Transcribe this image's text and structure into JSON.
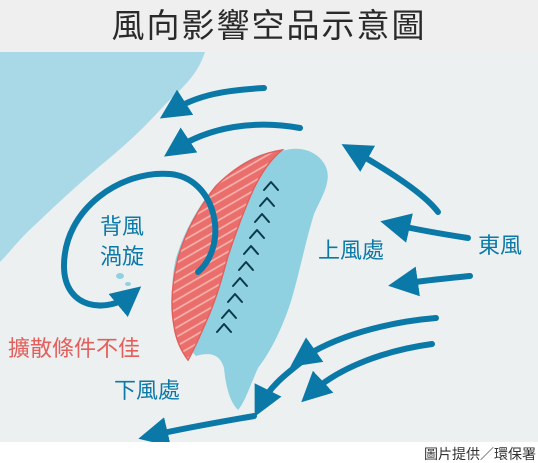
{
  "title": "風向影響空品示意圖",
  "labels": {
    "east_wind": "東風",
    "leeward_vortex_line1": "背風",
    "leeward_vortex_line2": "渦旋",
    "upwind_area": "上風處",
    "downwind_area": "下風處",
    "poor_dispersion": "擴散條件不佳"
  },
  "credit": "圖片提供／環保署",
  "colors": {
    "land_mainland": "#a9d9e7",
    "land_taiwan": "#8fd1e1",
    "sea": "#edf0f1",
    "arrow": "#0b79a8",
    "poor_dispersion": "#ea6f6c",
    "mountain_mark": "#0a3a4a",
    "title_bar": "#efefef"
  }
}
